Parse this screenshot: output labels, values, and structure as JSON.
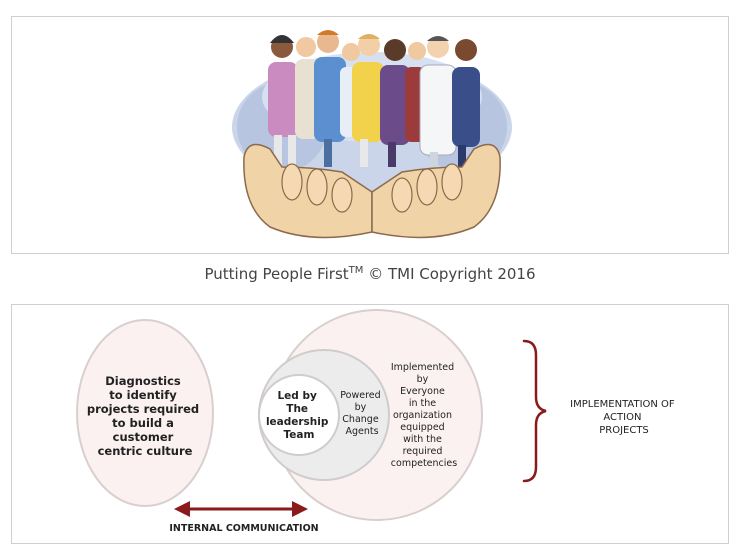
{
  "caption": {
    "text": "Putting People First",
    "superscript": "TM",
    "suffix": " © TMI Copyright 2016"
  },
  "diagram": {
    "diagnostics": [
      "Diagnostics",
      "to identify",
      "projects required",
      "to build a",
      "customer",
      "centric culture"
    ],
    "leadership": [
      "Led by",
      "The",
      "leadership",
      "Team"
    ],
    "change_agents": [
      "Powered",
      "by",
      "Change",
      "Agents"
    ],
    "everyone": [
      "Implemented",
      "by",
      "Everyone",
      "in the",
      "organization",
      "equipped",
      "with the",
      "required",
      "competencies"
    ],
    "implementation": [
      "IMPLEMENTATION OF",
      "ACTION",
      "PROJECTS"
    ],
    "internal_comm": "INTERNAL COMMUNICATION"
  },
  "colors": {
    "circle_fill": "#fbf1f1",
    "circle_stroke": "#d9cfcf",
    "middle_fill": "#ececec",
    "accent": "#8b1a1a",
    "panel_border": "#cfcfcf"
  }
}
